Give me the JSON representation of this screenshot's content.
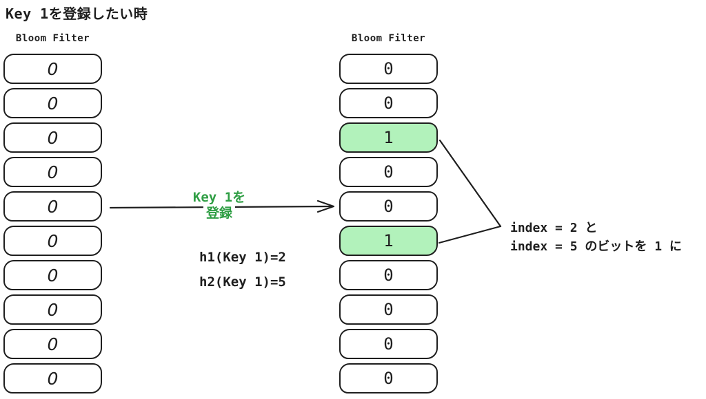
{
  "title": "Key 1を登録したい時",
  "colors": {
    "stroke": "#1e1e1e",
    "highlight_fill": "#b2f2bb",
    "accent_green": "#2f9e44",
    "background": "#ffffff"
  },
  "left_column": {
    "label": "Bloom Filter",
    "cells": [
      {
        "value": "0",
        "highlighted": false
      },
      {
        "value": "0",
        "highlighted": false
      },
      {
        "value": "0",
        "highlighted": false
      },
      {
        "value": "0",
        "highlighted": false
      },
      {
        "value": "0",
        "highlighted": false
      },
      {
        "value": "0",
        "highlighted": false
      },
      {
        "value": "0",
        "highlighted": false
      },
      {
        "value": "0",
        "highlighted": false
      },
      {
        "value": "0",
        "highlighted": false
      },
      {
        "value": "0",
        "highlighted": false
      }
    ]
  },
  "right_column": {
    "label": "Bloom Filter",
    "cells": [
      {
        "value": "0",
        "highlighted": false
      },
      {
        "value": "0",
        "highlighted": false
      },
      {
        "value": "1",
        "highlighted": true
      },
      {
        "value": "0",
        "highlighted": false
      },
      {
        "value": "0",
        "highlighted": false
      },
      {
        "value": "1",
        "highlighted": true
      },
      {
        "value": "0",
        "highlighted": false
      },
      {
        "value": "0",
        "highlighted": false
      },
      {
        "value": "0",
        "highlighted": false
      },
      {
        "value": "0",
        "highlighted": false
      }
    ]
  },
  "arrow_label": {
    "line1": "Key 1を",
    "line2": "登録"
  },
  "hash_functions": [
    "h1(Key 1)=2",
    "h2(Key 1)=5"
  ],
  "annotation": {
    "line1": "index = 2 と",
    "line2": "index = 5 のビットを 1 に"
  }
}
